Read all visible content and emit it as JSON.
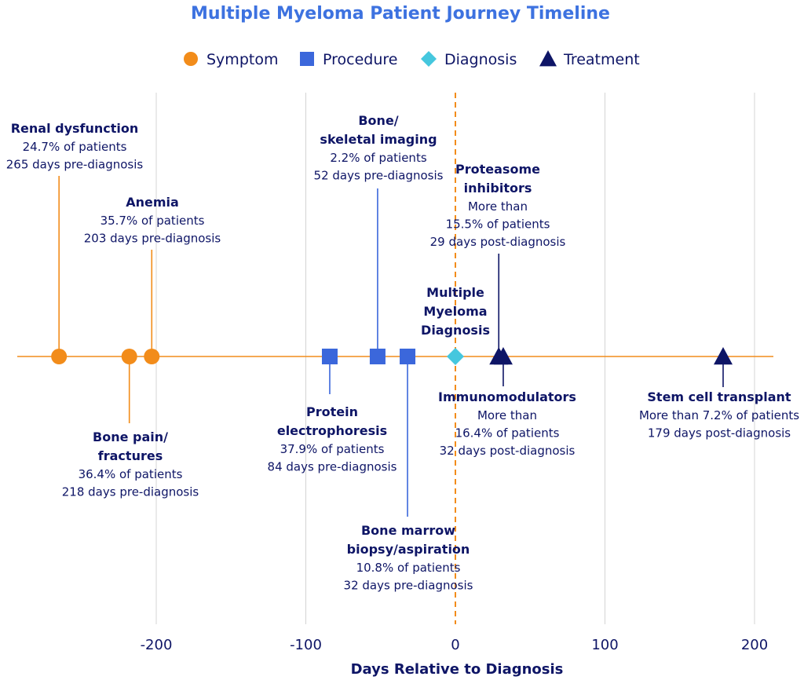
{
  "colors": {
    "symptom": "#F28C1A",
    "procedure": "#3B67DB",
    "diagnosis": "#45C7DE",
    "treatment": "#0E1566",
    "title": "#3D72E0",
    "text": "#0E1566",
    "grid": "#d4d4d4"
  },
  "chart_data": {
    "type": "scatter",
    "title": "Multiple Myeloma Patient Journey Timeline",
    "xlabel": "Days Relative to Diagnosis",
    "ylabel": "",
    "xlim": [
      -290,
      212
    ],
    "xticks": [
      -200,
      -100,
      0,
      100,
      200
    ],
    "xtick_labels": [
      "-200",
      "-100",
      "0",
      "100",
      "200"
    ],
    "grid": "vertical",
    "legend_position": "top",
    "legend": [
      {
        "category": "symptom",
        "label": "Symptom",
        "marker": "circle"
      },
      {
        "category": "procedure",
        "label": "Procedure",
        "marker": "square"
      },
      {
        "category": "diagnosis",
        "label": "Diagnosis",
        "marker": "diamond"
      },
      {
        "category": "treatment",
        "label": "Treatment",
        "marker": "triangle"
      }
    ],
    "events": [
      {
        "id": "renal",
        "category": "symptom",
        "x": -265,
        "side": "above",
        "bold": [
          "Renal dysfunction"
        ],
        "lines": [
          "24.7% of patients",
          "265 days pre-diagnosis"
        ]
      },
      {
        "id": "bonepain",
        "category": "symptom",
        "x": -218,
        "side": "below",
        "bold": [
          "Bone pain/",
          "fractures"
        ],
        "lines": [
          "36.4% of patients",
          "218 days pre-diagnosis"
        ]
      },
      {
        "id": "anemia",
        "category": "symptom",
        "x": -203,
        "side": "above",
        "bold": [
          "Anemia"
        ],
        "lines": [
          "35.7% of patients",
          "203 days pre-diagnosis"
        ]
      },
      {
        "id": "protein",
        "category": "procedure",
        "x": -84,
        "side": "below",
        "bold": [
          "Protein",
          "electrophoresis"
        ],
        "lines": [
          "37.9% of patients",
          "84 days pre-diagnosis"
        ]
      },
      {
        "id": "boneimaging",
        "category": "procedure",
        "x": -52,
        "side": "above",
        "bold": [
          "Bone/",
          "skeletal imaging"
        ],
        "lines": [
          "2.2% of patients",
          "52 days pre-diagnosis"
        ]
      },
      {
        "id": "marrow",
        "category": "procedure",
        "x": -32,
        "side": "below",
        "bold": [
          "Bone marrow",
          "biopsy/aspiration"
        ],
        "lines": [
          "10.8%  of patients",
          "32 days pre-diagnosis"
        ]
      },
      {
        "id": "diagnosis",
        "category": "diagnosis",
        "x": 0,
        "side": "above",
        "bold": [
          "Multiple",
          "Myeloma",
          "Diagnosis"
        ],
        "lines": []
      },
      {
        "id": "proteasome",
        "category": "treatment",
        "x": 29,
        "side": "above",
        "bold": [
          "Proteasome",
          "inhibitors"
        ],
        "lines": [
          "More than",
          "15.5% of patients",
          "29 days post-diagnosis"
        ]
      },
      {
        "id": "immuno",
        "category": "treatment",
        "x": 32,
        "side": "below",
        "bold": [
          "Immunomodulators"
        ],
        "lines": [
          "More than",
          "16.4% of patients",
          "32 days post-diagnosis"
        ]
      },
      {
        "id": "stemcell",
        "category": "treatment",
        "x": 179,
        "side": "below",
        "bold": [
          "Stem cell transplant"
        ],
        "lines": [
          "More than 7.2% of patients",
          "179 days post-diagnosis"
        ]
      }
    ]
  }
}
